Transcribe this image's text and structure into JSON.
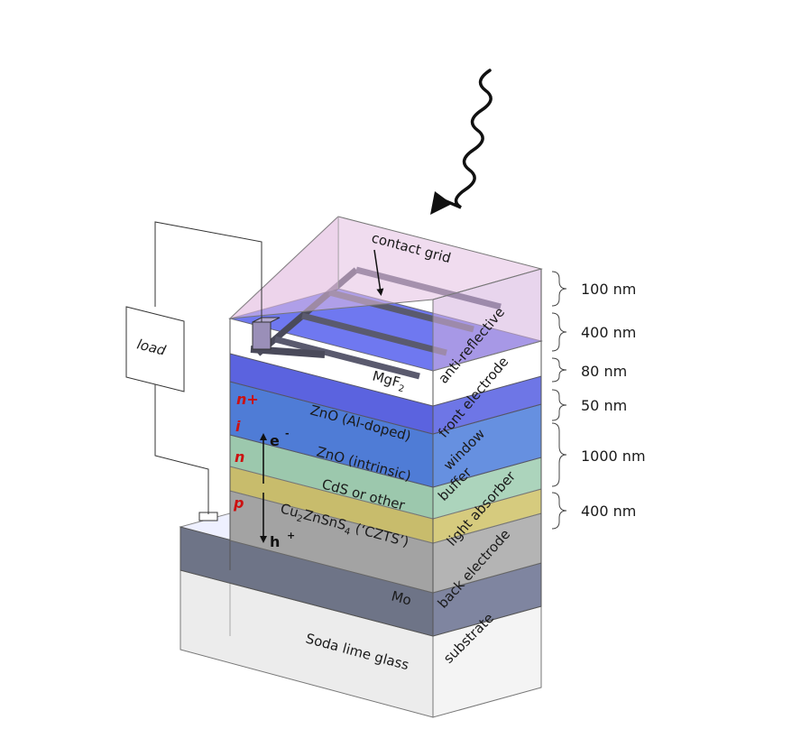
{
  "colors": {
    "glass_front": "#ececec",
    "glass_side": "#f4f4f4",
    "mo_front": "#6e7487",
    "mo_side": "#7f85a0",
    "czts_front": "#a3a3a3",
    "czts_side": "#b4b4b4",
    "cds": "#c8bc6c",
    "zno_i": "#9cc8ad",
    "zno_al": "#4f7cd6",
    "mgf2": "#5b63df",
    "top_cover": "#e3bfe1",
    "doping": "#cc1111"
  },
  "load_label": "load",
  "contact_grid_label": "contact grid",
  "layers": {
    "glass": {
      "name": "Soda lime glass",
      "role": "substrate"
    },
    "mo": {
      "name": "Mo",
      "role": "back electrode"
    },
    "czts": {
      "name_prefix": "Cu",
      "sub1": "2",
      "name_mid": "ZnSnS",
      "sub2": "4",
      "name_suffix": " (‘CZTS’)",
      "role": "light absorber"
    },
    "cds": {
      "name": "CdS or other",
      "role": "buffer"
    },
    "zno_i": {
      "name": "ZnO (intrinsic)",
      "role": "window"
    },
    "zno_al": {
      "name": "ZnO (Al-doped)",
      "role": "front electrode"
    },
    "mgf2": {
      "name_prefix": "MgF",
      "sub": "2",
      "role": "anti-reflective"
    }
  },
  "doping": {
    "p": "p",
    "n": "n",
    "i": "i",
    "nplus": "n+"
  },
  "carriers": {
    "electron": "e",
    "electron_sign": "-",
    "hole": "h",
    "hole_sign": "+"
  },
  "thicknesses": [
    "100 nm",
    "400 nm",
    "80 nm",
    "50 nm",
    "1000 nm",
    "400 nm"
  ]
}
